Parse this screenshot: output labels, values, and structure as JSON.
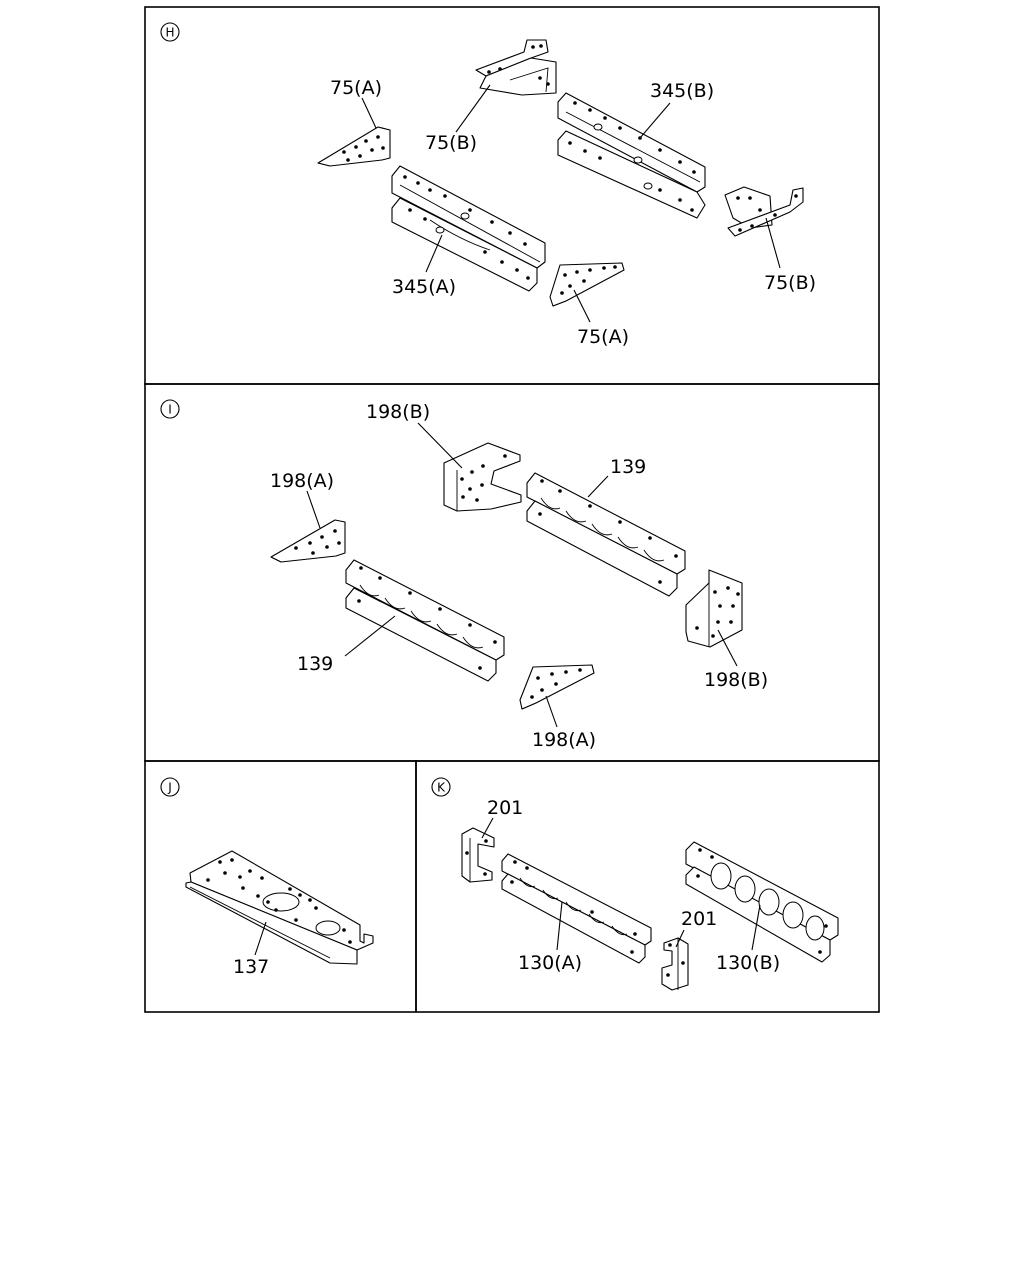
{
  "sections": [
    {
      "id": "H",
      "mark": "H",
      "labels": [
        "75(A)",
        "75(B)",
        "345(B)",
        "345(A)",
        "75(B)",
        "75(A)"
      ]
    },
    {
      "id": "I",
      "mark": "I",
      "labels": [
        "198(B)",
        "139",
        "198(A)",
        "139",
        "198(B)",
        "198(A)"
      ]
    },
    {
      "id": "J",
      "mark": "J",
      "labels": [
        "137"
      ]
    },
    {
      "id": "K",
      "mark": "K",
      "labels": [
        "201",
        "201",
        "130(A)",
        "130(B)"
      ]
    }
  ]
}
